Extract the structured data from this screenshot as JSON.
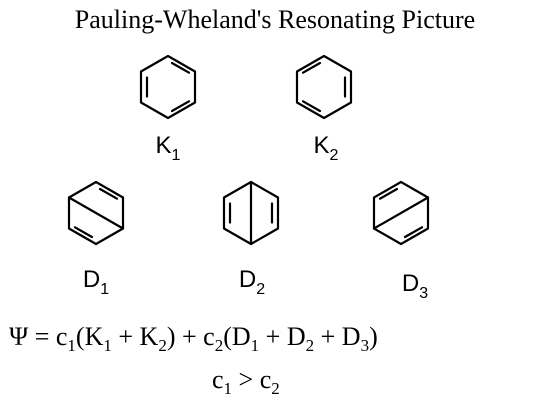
{
  "title": "Pauling-Wheland's Resonating Picture",
  "structures": [
    {
      "letter": "K",
      "index": "1",
      "kind": "kekule",
      "bonds": "alternate-a"
    },
    {
      "letter": "K",
      "index": "2",
      "kind": "kekule",
      "bonds": "alternate-b"
    },
    {
      "letter": "D",
      "index": "1",
      "kind": "dewar",
      "para_bond": "top-left-to-bottom-right"
    },
    {
      "letter": "D",
      "index": "2",
      "kind": "dewar",
      "para_bond": "vertical"
    },
    {
      "letter": "D",
      "index": "3",
      "kind": "dewar",
      "para_bond": "top-right-to-bottom-left"
    }
  ],
  "equation": {
    "psi": "Ψ",
    "equals": " = ",
    "c": "c",
    "c1_index": "1",
    "c2_index": "2",
    "open": "(",
    "close": ")",
    "plus": " + ",
    "K": "K",
    "D": "D",
    "i1": "1",
    "i2": "2",
    "i3": "3"
  },
  "inequality": {
    "c": "c",
    "left_index": "1",
    "relation": " > ",
    "right_index": "2"
  }
}
